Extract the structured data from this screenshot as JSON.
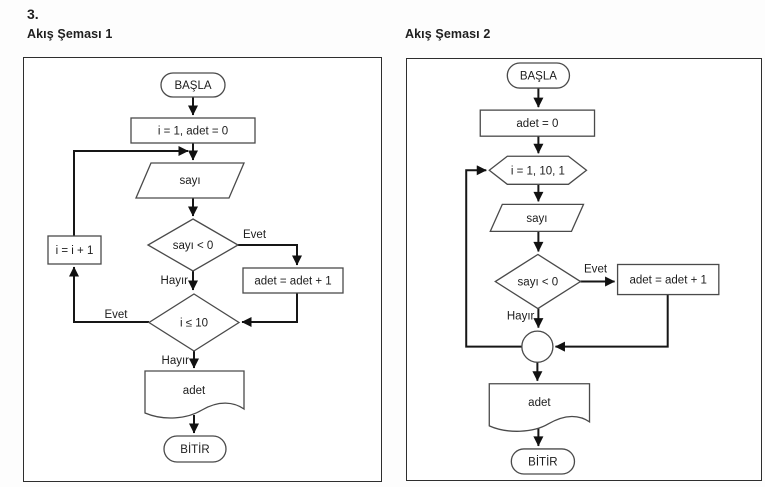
{
  "page": {
    "question_number": "3.",
    "background_color": "#ffffff",
    "ink_color": "#1c1c1c",
    "shape_outline_color": "#4a4a4a"
  },
  "flowchart1": {
    "title": "Akış Şeması 1",
    "nodes": {
      "start": "BAŞLA",
      "init": "i = 1, adet = 0",
      "input": "sayı",
      "decision_negative": "sayı < 0",
      "increment_count": "adet = adet + 1",
      "increment_index": "i = i + 1",
      "decision_loop": "i ≤ 10",
      "output": "adet",
      "end": "BİTİR"
    },
    "edge_labels": {
      "negative_yes": "Evet",
      "negative_no": "Hayır",
      "loop_yes": "Evet",
      "loop_no": "Hayır"
    },
    "edges": [
      {
        "from": "start",
        "to": "init",
        "label": ""
      },
      {
        "from": "init",
        "to": "input",
        "label": ""
      },
      {
        "from": "input",
        "to": "decision_negative",
        "label": ""
      },
      {
        "from": "decision_negative",
        "to": "increment_count",
        "label": "Evet"
      },
      {
        "from": "decision_negative",
        "to": "decision_loop",
        "label": "Hayır"
      },
      {
        "from": "increment_count",
        "to": "decision_loop",
        "label": ""
      },
      {
        "from": "decision_loop",
        "to": "increment_index",
        "label": "Evet"
      },
      {
        "from": "increment_index",
        "to": "input",
        "label": ""
      },
      {
        "from": "decision_loop",
        "to": "output",
        "label": "Hayır"
      },
      {
        "from": "output",
        "to": "end",
        "label": ""
      }
    ]
  },
  "flowchart2": {
    "title": "Akış Şeması 2",
    "nodes": {
      "start": "BAŞLA",
      "init": "adet = 0",
      "loop": "i = 1, 10, 1",
      "input": "sayı",
      "decision_negative": "sayı < 0",
      "increment_count": "adet = adet + 1",
      "connector": "",
      "output": "adet",
      "end": "BİTİR"
    },
    "edge_labels": {
      "negative_yes": "Evet",
      "negative_no": "Hayır"
    },
    "edges": [
      {
        "from": "start",
        "to": "init",
        "label": ""
      },
      {
        "from": "init",
        "to": "loop",
        "label": ""
      },
      {
        "from": "loop",
        "to": "input",
        "label": ""
      },
      {
        "from": "input",
        "to": "decision_negative",
        "label": ""
      },
      {
        "from": "decision_negative",
        "to": "increment_count",
        "label": "Evet"
      },
      {
        "from": "decision_negative",
        "to": "connector",
        "label": "Hayır"
      },
      {
        "from": "increment_count",
        "to": "connector",
        "label": ""
      },
      {
        "from": "connector",
        "to": "loop",
        "label": ""
      },
      {
        "from": "connector",
        "to": "output",
        "label": ""
      },
      {
        "from": "output",
        "to": "end",
        "label": ""
      }
    ]
  }
}
